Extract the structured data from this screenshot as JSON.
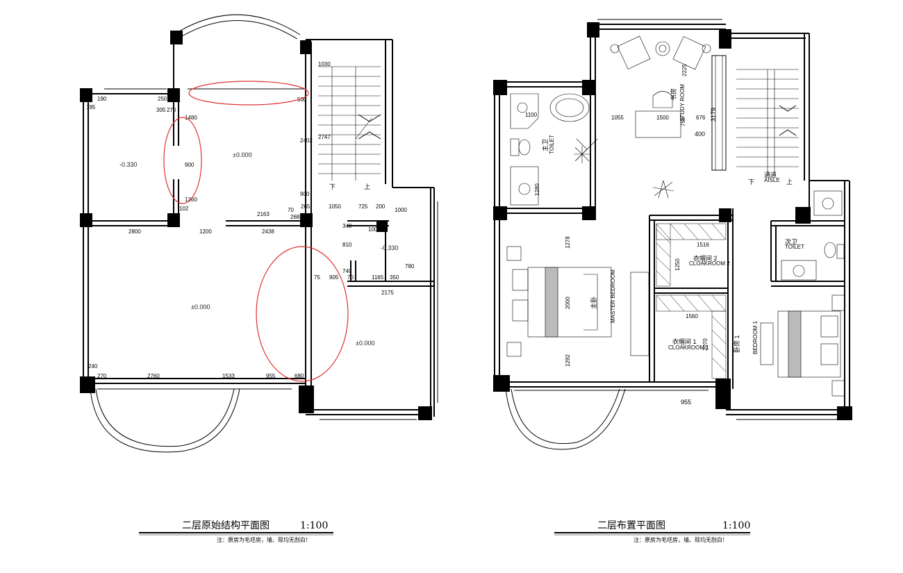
{
  "left_plan": {
    "title": "二层原始结构平面图",
    "scale": "1:100",
    "note": "注：原房为毛坯房，墙、现均无刮白!",
    "levels": [
      "-0.330",
      "±0.000",
      "-0.330",
      "±0.000",
      "±0.000"
    ],
    "dims": [
      "195",
      "190",
      "250",
      "305",
      "270",
      "1030",
      "500",
      "1480",
      "900",
      "1260",
      "102",
      "2402",
      "2747",
      "900",
      "265",
      "1050",
      "725",
      "200",
      "1000",
      "2163",
      "70",
      "268",
      "2800",
      "1200",
      "2438",
      "340",
      "1005",
      "810",
      "740",
      "75",
      "905",
      "70",
      "1165",
      "350",
      "780",
      "2175",
      "240",
      "270",
      "2760",
      "1533",
      "955",
      "680"
    ],
    "stair_labels": [
      "下",
      "上"
    ]
  },
  "right_plan": {
    "title": "二层布置平面图",
    "scale": "1:100",
    "note": "注：原房为毛坯房，墙、现均无刮白!",
    "rooms": {
      "study": "书房",
      "study_en": "STUDY ROOM",
      "master_bath": "主卫",
      "master_bath_en": "TOILET",
      "aisle": "通道",
      "aisle_en": "AISLE",
      "second_bath": "次卫",
      "second_bath_en": "TOILET",
      "cloak2": "衣帽间 2",
      "cloak2_en": "CLOAKROOM 2",
      "cloak1": "衣帽间 1",
      "cloak1_en": "CLOAKROOM 1",
      "master_bed": "主卧",
      "master_bed_en": "MASTER BEDROOM",
      "bed1": "卧房 1",
      "bed1_en": "BEDROOM 1"
    },
    "dims": [
      "1100",
      "2225",
      "1055",
      "1500",
      "676",
      "750",
      "3179",
      "400",
      "1280",
      "1278",
      "1516",
      "1250",
      "2000",
      "1560",
      "2070",
      "1292",
      "955"
    ],
    "stair_labels": [
      "下",
      "上"
    ]
  }
}
